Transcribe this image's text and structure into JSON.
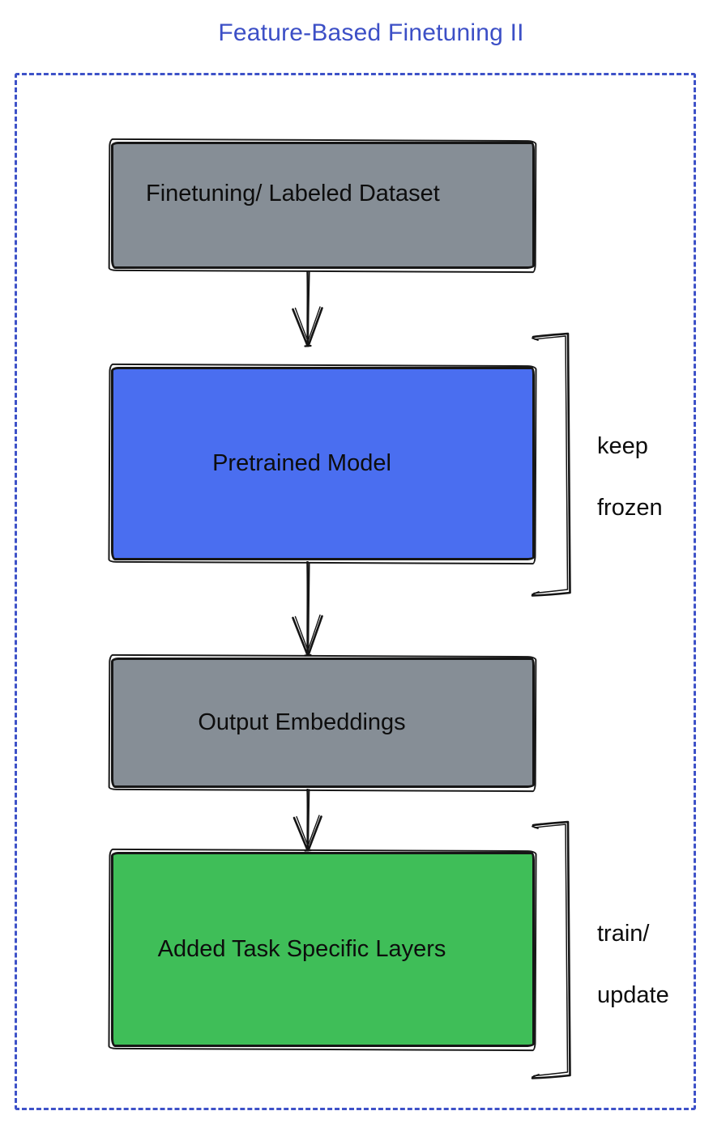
{
  "title": "Feature-Based Finetuning II",
  "colors": {
    "title_blue": "#3c4fc6",
    "frame_dash_blue": "#3e52c8",
    "node_gray": "#868e96",
    "node_blue": "#4a6ef0",
    "node_green": "#3fbe58",
    "ink": "#141414"
  },
  "diagram": {
    "nodes": [
      {
        "id": "finetuning-dataset",
        "label": "Finetuning/ Labeled Dataset",
        "fill": "gray"
      },
      {
        "id": "pretrained-model",
        "label": "Pretrained Model",
        "fill": "blue"
      },
      {
        "id": "output-embeddings",
        "label": "Output Embeddings",
        "fill": "gray"
      },
      {
        "id": "added-task-specific-layers",
        "label": "Added Task Specific Layers",
        "fill": "green"
      }
    ],
    "flow": [
      {
        "from": "finetuning-dataset",
        "to": "pretrained-model"
      },
      {
        "from": "pretrained-model",
        "to": "output-embeddings"
      },
      {
        "from": "output-embeddings",
        "to": "added-task-specific-layers"
      }
    ],
    "annotations": [
      {
        "target": "pretrained-model",
        "line1": "keep",
        "line2": "frozen"
      },
      {
        "target": "added-task-specific-layers",
        "line1": "train/",
        "line2": "update"
      }
    ]
  }
}
